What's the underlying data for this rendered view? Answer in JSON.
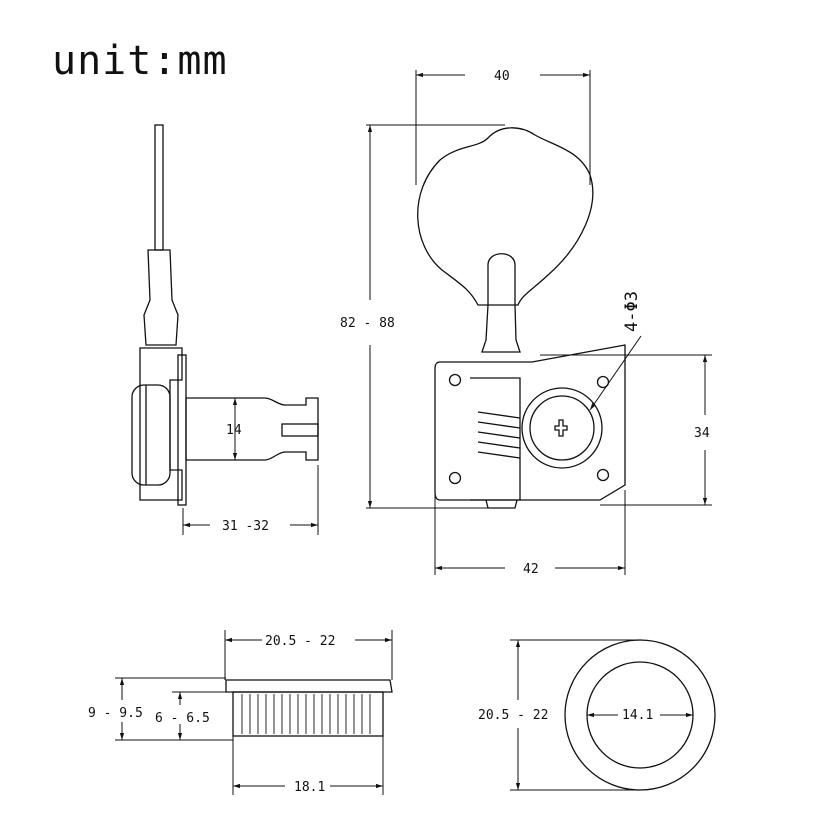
{
  "title": "unit:mm",
  "dimensions": {
    "head_width": "40",
    "overall_height": "82 - 88",
    "hole_spec": "4-Φ3",
    "plate_height": "34",
    "plate_width": "42",
    "shaft_diameter": "14",
    "post_length": "31 -32",
    "bushing_outer_dia": "20.5 - 22",
    "bushing_height": "9 - 9.5",
    "knurl_height": "6 - 6.5",
    "knurl_dia": "18.1",
    "ring_outer_dia": "20.5 - 22",
    "ring_inner_dia": "14.1"
  }
}
